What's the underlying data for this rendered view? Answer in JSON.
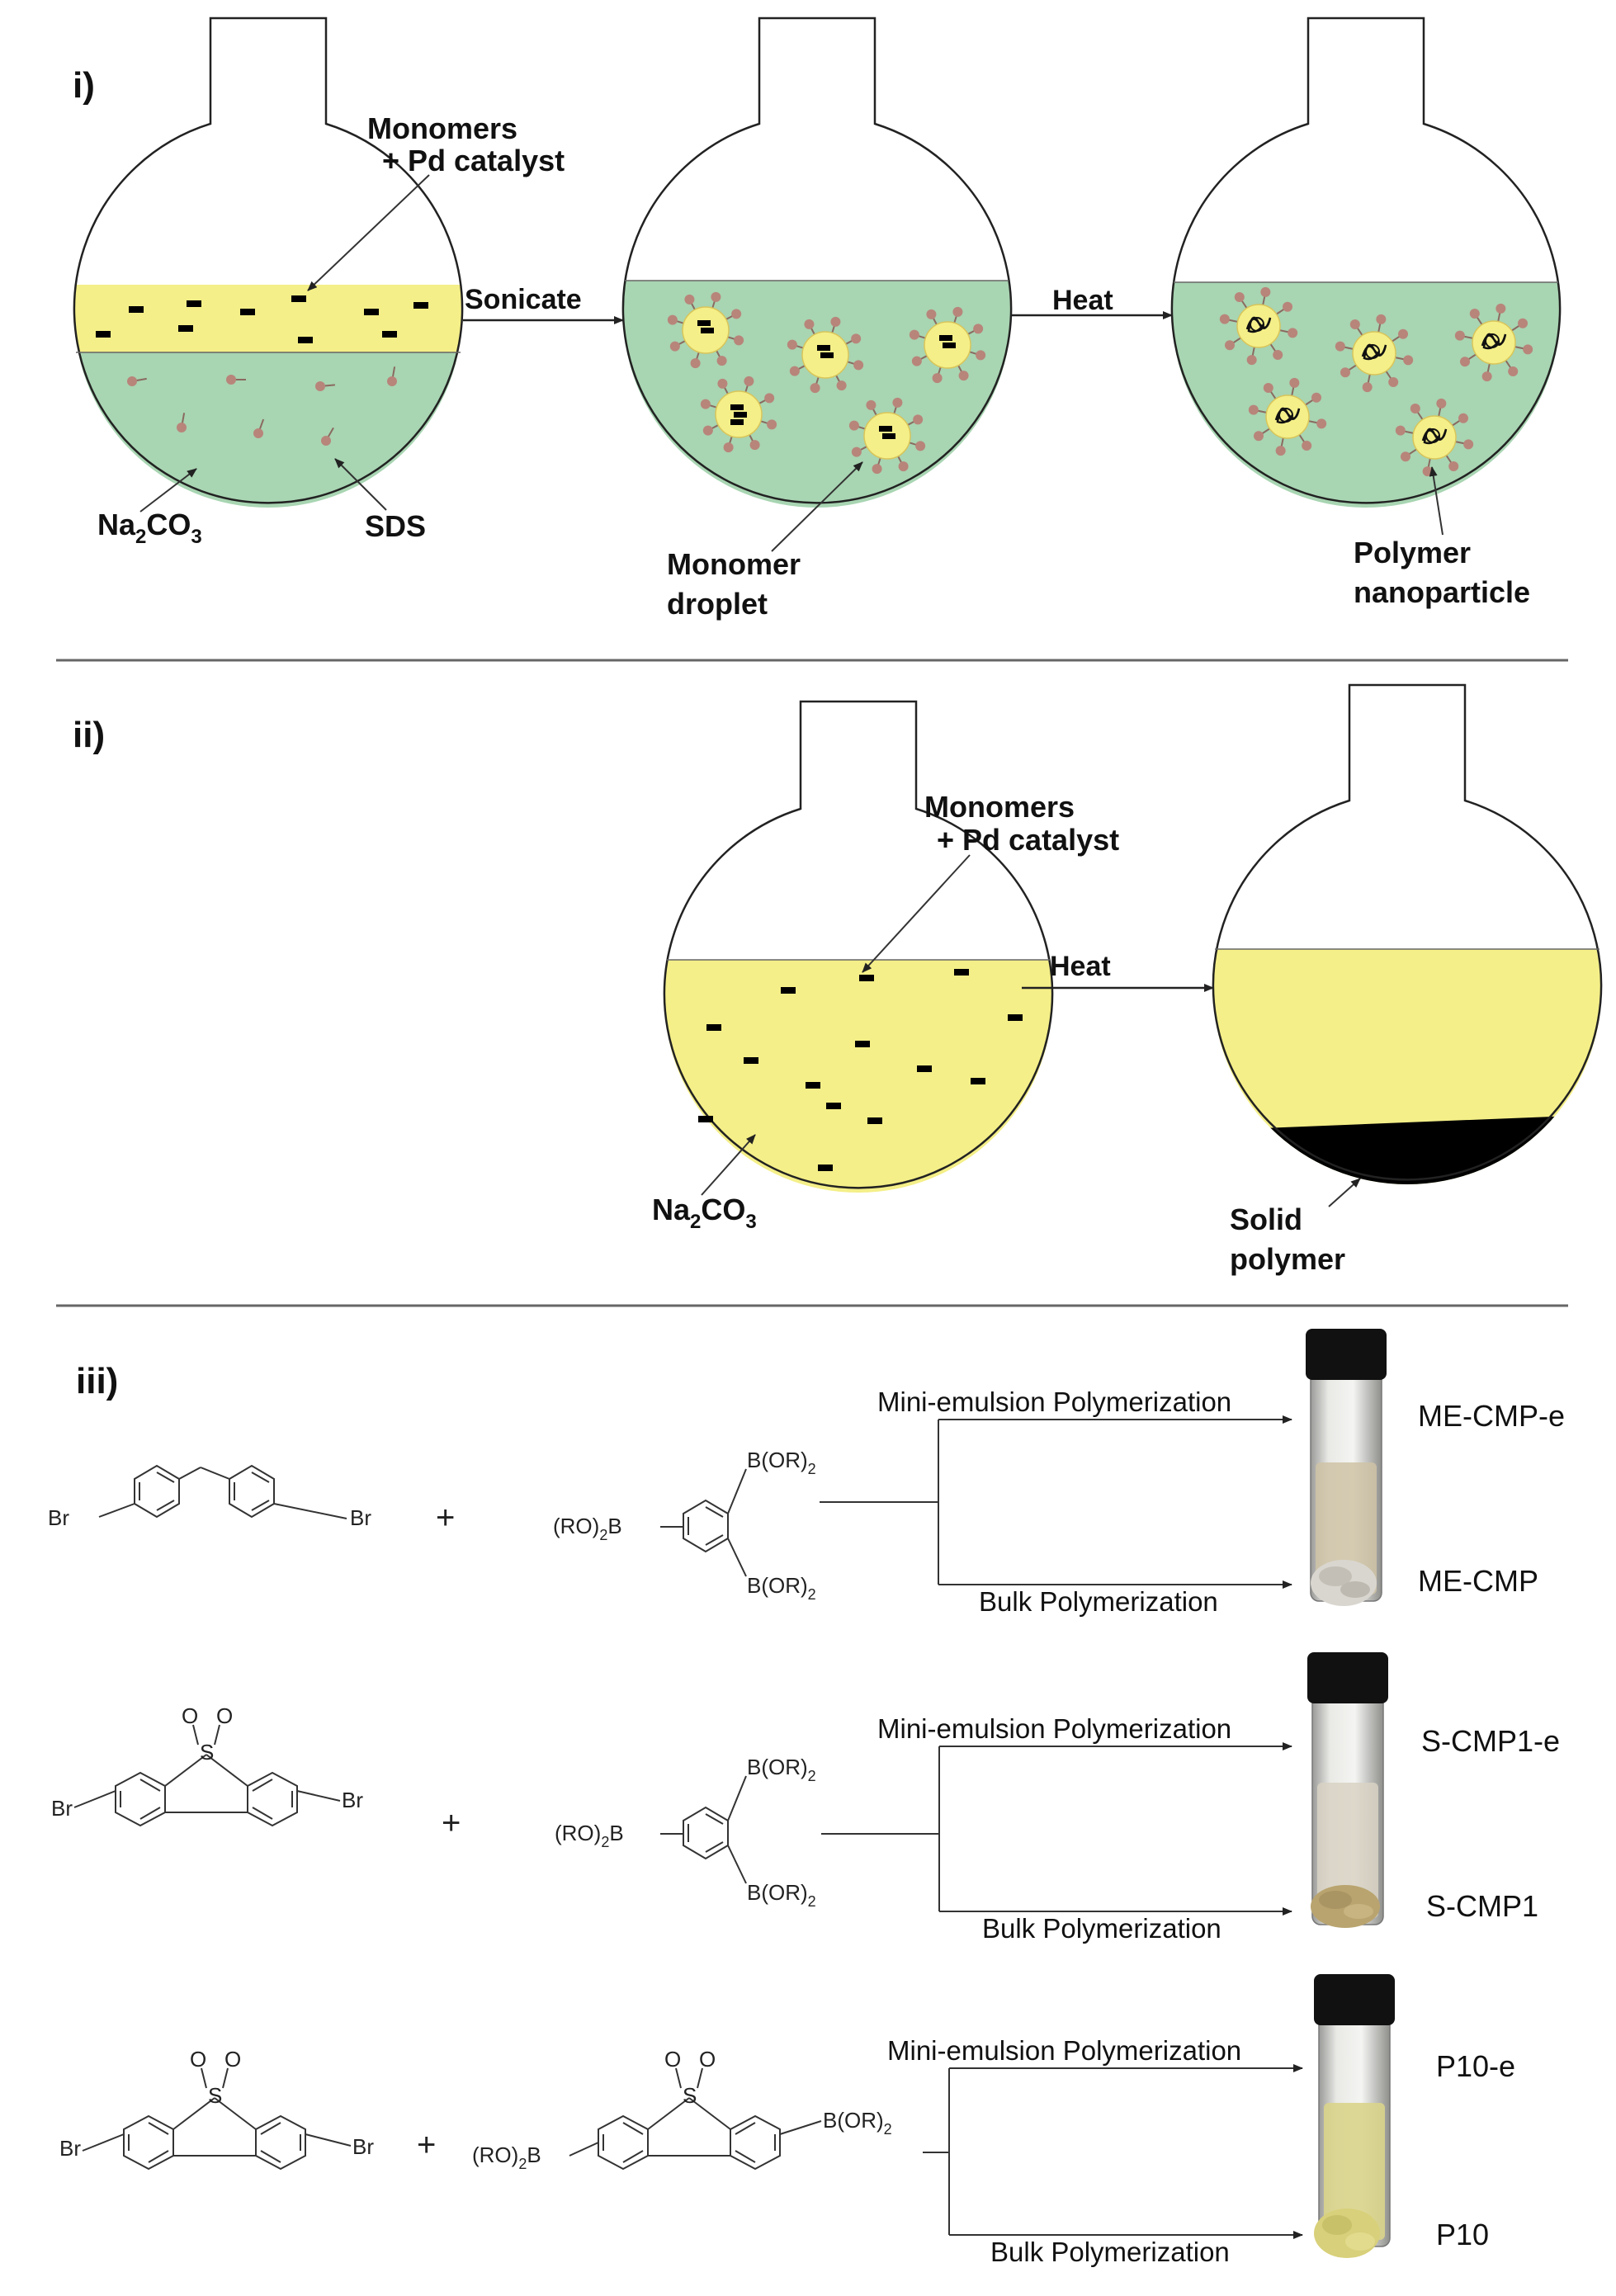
{
  "panel_i": {
    "label": "i)",
    "flask1": {
      "label_monomers_line1": "Monomers",
      "label_monomers_line2": "+ Pd catalyst",
      "label_base_main": "Na",
      "label_base_sub1": "2",
      "label_base_mid": "CO",
      "label_base_sub2": "3",
      "label_surfactant": "SDS"
    },
    "arrow1_label": "Sonicate",
    "flask2": {
      "label_line1": "Monomer",
      "label_line2": "droplet"
    },
    "arrow2_label": "Heat",
    "flask3": {
      "label_line1": "Polymer",
      "label_line2": "nanoparticle"
    }
  },
  "panel_ii": {
    "label": "ii)",
    "flask1": {
      "label_monomers_line1": "Monomers",
      "label_monomers_line2": "+ Pd catalyst",
      "label_base_main": "Na",
      "label_base_sub1": "2",
      "label_base_mid": "CO",
      "label_base_sub2": "3"
    },
    "arrow_label": "Heat",
    "flask2": {
      "label_line1": "Solid",
      "label_line2": "polymer"
    }
  },
  "panel_iii": {
    "label": "iii)",
    "rows": [
      {
        "monomer_a_groups": [
          "Br",
          "Br"
        ],
        "plus": "+",
        "monomer_b_groups": [
          "B(OR)",
          "2",
          "(RO)",
          "2",
          "B",
          "B(OR)",
          "2"
        ],
        "top_route": "Mini-emulsion Polymerization",
        "bottom_route": "Bulk Polymerization",
        "product_top": "ME-CMP-e",
        "product_bottom": "ME-CMP"
      },
      {
        "monomer_a_groups": [
          "Br",
          "Br",
          "S",
          "O",
          "O"
        ],
        "plus": "+",
        "monomer_b_groups": [
          "B(OR)",
          "2",
          "(RO)",
          "2",
          "B",
          "B(OR)",
          "2"
        ],
        "top_route": "Mini-emulsion Polymerization",
        "bottom_route": "Bulk Polymerization",
        "product_top": "S-CMP1-e",
        "product_bottom": "S-CMP1"
      },
      {
        "monomer_a_groups": [
          "Br",
          "Br",
          "S",
          "O",
          "O"
        ],
        "plus": "+",
        "monomer_b_groups": [
          "(RO)",
          "2",
          "B",
          "B(OR)",
          "2",
          "S",
          "O",
          "O"
        ],
        "top_route": "Mini-emulsion Polymerization",
        "bottom_route": "Bulk Polymerization",
        "product_top": "P10-e",
        "product_bottom": "P10"
      }
    ]
  },
  "colors": {
    "organic_phase": "#f4ef88",
    "aqueous_phase": "#a8d5b2",
    "surfactant": "#b8857a",
    "solid_polymer": "#000000",
    "vial_cap": "#111111",
    "vial_liquid_row1": "#cfc3a6",
    "vial_liquid_row2": "#d8d2c3",
    "vial_liquid_row3": "#d9d48a",
    "powder_row1": "#d9d6cf",
    "powder_row2": "#b9a46f",
    "powder_row3": "#d8d07a"
  }
}
